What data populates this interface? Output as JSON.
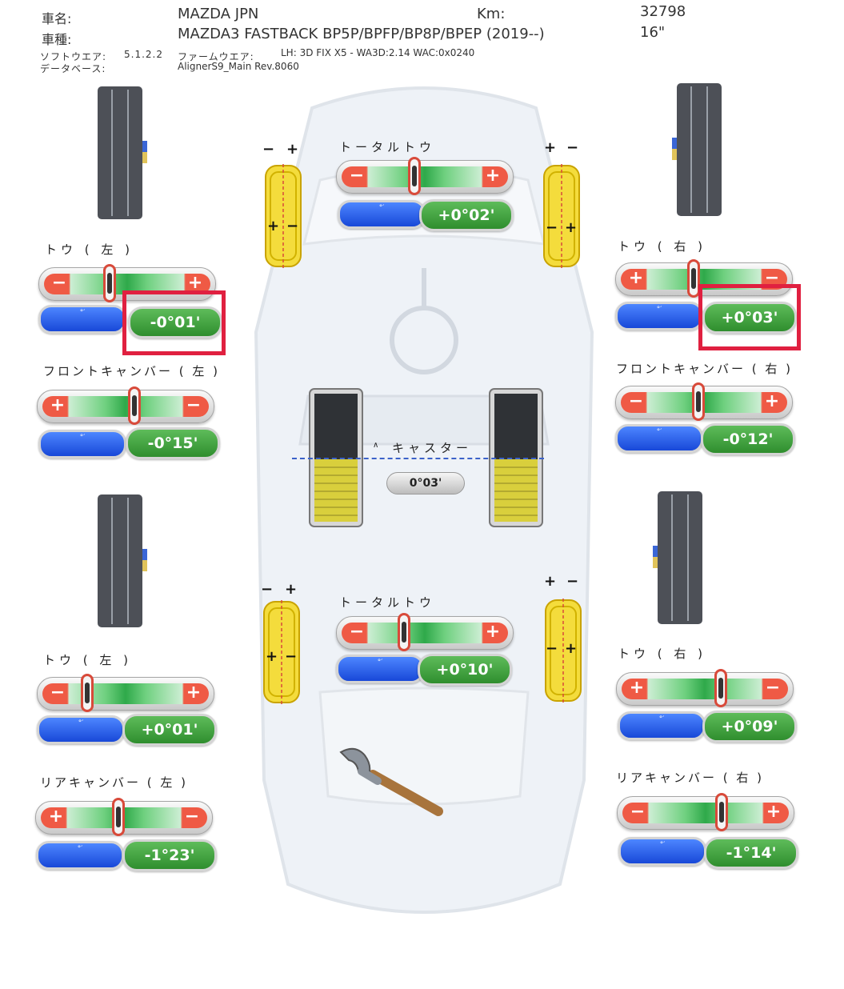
{
  "header": {
    "car_name_label": "車名:",
    "car_name": "MAZDA JPN",
    "car_type_label": "車種:",
    "car_type": "MAZDA3 FASTBACK BP5P/BPFP/BP8P/BPEP (2019--)",
    "km_label": "Km:",
    "km_value": "32798",
    "rim_size": "16\"",
    "software_label": "ソフトウエア:",
    "software_version": "5.1.2.2",
    "database_label": "データベース:",
    "firmware_label": "ファームウエア:",
    "firmware_value": "LH: 3D FIX X5 - WA3D:2.14 WAC:0x0240",
    "database_value": "AlignerS9_Main Rev.8060"
  },
  "unit_label": "°′",
  "front": {
    "total_toe": {
      "label": "トータルトウ",
      "value": "+0°02'",
      "left_sign": "−",
      "right_sign": "+"
    },
    "toe_left": {
      "label": "トウ ( 左 )",
      "value": "-0°01'",
      "left_sign": "−",
      "right_sign": "+"
    },
    "toe_right": {
      "label": "トウ ( 右 )",
      "value": "+0°03'",
      "left_sign": "+",
      "right_sign": "−"
    },
    "camber_left": {
      "label": "フロントキャンバー ( 左 )",
      "value": "-0°15'",
      "left_sign": "+",
      "right_sign": "−"
    },
    "camber_right": {
      "label": "フロントキャンバー ( 右 )",
      "value": "-0°12'",
      "left_sign": "−",
      "right_sign": "+"
    },
    "caster": {
      "label": "キャスター",
      "value": "0°03'"
    }
  },
  "rear": {
    "total_toe": {
      "label": "トータルトウ",
      "value": "+0°10'",
      "left_sign": "−",
      "right_sign": "+"
    },
    "toe_left": {
      "label": "トウ ( 左 )",
      "value": "+0°01'",
      "left_sign": "−",
      "right_sign": "+"
    },
    "toe_right": {
      "label": "トウ ( 右 )",
      "value": "+0°09'",
      "left_sign": "+",
      "right_sign": "−"
    },
    "camber_left": {
      "label": "リアキャンバー ( 左 )",
      "value": "-1°23'",
      "left_sign": "+",
      "right_sign": "−"
    },
    "camber_right": {
      "label": "リアキャンバー ( 右 )",
      "value": "-1°14'",
      "left_sign": "−",
      "right_sign": "+"
    }
  },
  "colors": {
    "highlight": "#e02040",
    "value_green": "#3a9a3a",
    "unit_blue": "#1f55e0",
    "minus_red": "#ef5a45"
  }
}
